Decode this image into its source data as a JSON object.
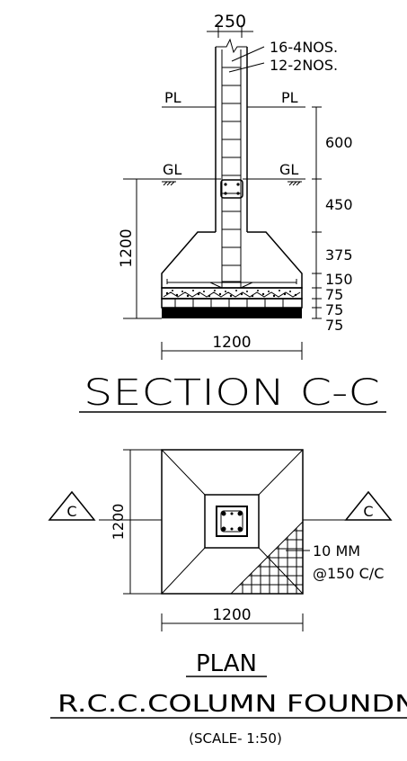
{
  "section": {
    "col_width": "250",
    "bar_main": "16-4NOS.",
    "bar_secondary": "12-2NOS.",
    "pl_left": "PL",
    "pl_right": "PL",
    "gl_left": "GL",
    "gl_right": "GL",
    "dim_600": "600",
    "dim_450": "450",
    "dim_375": "375",
    "dim_150": "150",
    "dim_75a": "75",
    "dim_75b": "75",
    "dim_75c": "75",
    "depth_1200": "1200",
    "base_1200": "1200",
    "title": "SECTION C-C"
  },
  "plan": {
    "side_1200": "1200",
    "base_1200": "1200",
    "marker_left": "C",
    "marker_right": "C",
    "bar_dia": "10 MM",
    "bar_spacing": "@150 C/C",
    "title": "PLAN",
    "drawing_title": "R.C.C.COLUMN FOUNDN",
    "scale": "(SCALE- 1:50)"
  }
}
